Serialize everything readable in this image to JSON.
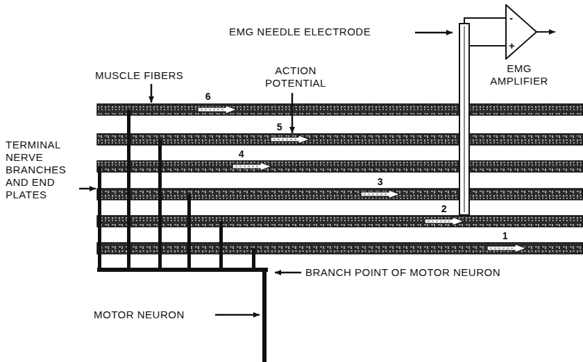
{
  "diagram": {
    "nodes": [
      {
        "text": [
          "-",
          "+"
        ]
      }
    ],
    "labels": [
      "EMG NEEDLE ELECTRODE",
      "EMG AMPLIFIER",
      "MUSCLE FIBERS",
      "ACTION POTENTIAL",
      "TERMINAL NERVE BRANCHES AND END PLATES",
      "BRANCH POINT OF MOTOR NEURON",
      "MOTOR NEURON",
      "6",
      "5",
      "4",
      "3",
      "2",
      "1"
    ]
  }
}
